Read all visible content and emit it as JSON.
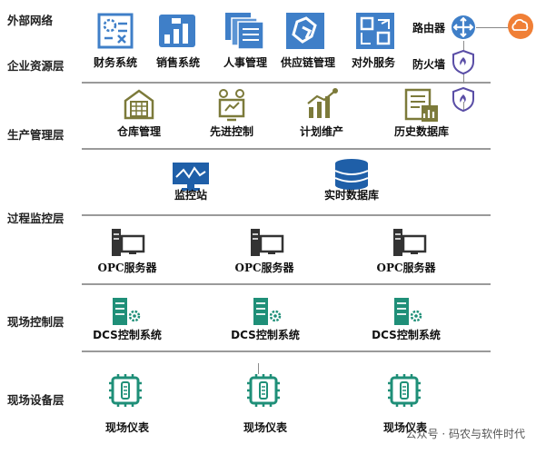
{
  "layers": {
    "external": "外部网络",
    "enterprise": "企业资源层",
    "production": "生产管理层",
    "process": "过程监控层",
    "field_control": "现场控制层",
    "field_device": "现场设备层"
  },
  "enterprise_nodes": [
    "财务系统",
    "销售系统",
    "人事管理",
    "供应链管理",
    "对外服务"
  ],
  "network_nodes": {
    "router": "路由器",
    "firewall": "防火墙"
  },
  "production_nodes": [
    "仓库管理",
    "先进控制",
    "计划维产",
    "历史数据库"
  ],
  "process_nodes": {
    "monitor": "监控站",
    "realtime_db": "实时数据库"
  },
  "opc_nodes": [
    "OPC服务器",
    "OPC服务器",
    "OPC服务器"
  ],
  "dcs_nodes": [
    "DCS控制系统",
    "DCS控制系统",
    "DCS控制系统"
  ],
  "device_nodes": [
    "现场仪表",
    "现场仪表",
    "现场仪表"
  ],
  "watermark": "公众号 · 码农与软件时代",
  "colors": {
    "blue": "#3f7fc8",
    "green": "#1f8f78",
    "orange": "#f07f36",
    "purple": "#5a4ea6",
    "olive": "#7c7a3a",
    "line": "#9a9a9a"
  }
}
